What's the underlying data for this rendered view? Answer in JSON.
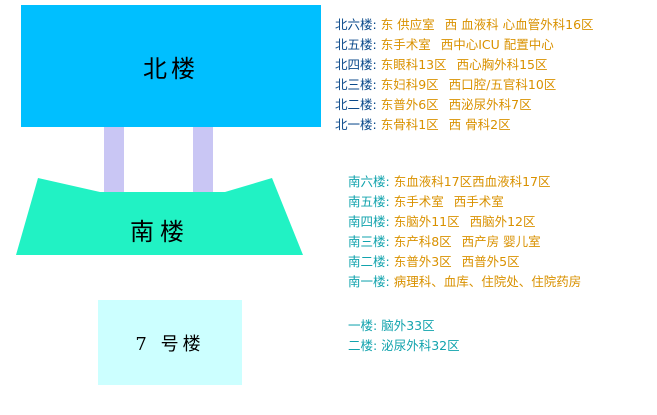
{
  "buildings": {
    "north": "北楼",
    "south": "南楼",
    "building7": "7 号楼"
  },
  "colors": {
    "north_block": "#00bfff",
    "bridge": "#c9c6f4",
    "south_block": "#21f2c4",
    "building7_block": "#ccffff",
    "north_floor_label": "#0b4a8b",
    "department_text": "#d99100",
    "south_floor_label": "#12a3ad"
  },
  "north_floors": [
    {
      "floor": "北六楼:",
      "east": "东  供应室",
      "west": "西  血液科  心血管外科16区"
    },
    {
      "floor": "北五楼:",
      "east": "东手术室",
      "west": "西中心ICU  配置中心"
    },
    {
      "floor": "北四楼:",
      "east": "东眼科13区",
      "west": "西心胸外科15区"
    },
    {
      "floor": "北三楼:",
      "east": "东妇科9区",
      "west": "西口腔/五官科10区"
    },
    {
      "floor": "北二楼:",
      "east": "东普外6区",
      "west": "西泌尿外科7区"
    },
    {
      "floor": "北一楼:",
      "east": "东骨科1区",
      "west": "西  骨科2区"
    }
  ],
  "south_floors": [
    {
      "floor": "南六楼:",
      "east": "东血液科17区",
      "west": "西血液科17区"
    },
    {
      "floor": "南五楼:",
      "east": "东手术室",
      "west": "西手术室"
    },
    {
      "floor": "南四楼:",
      "east": "东脑外11区",
      "west": "西脑外12区"
    },
    {
      "floor": "南三楼:",
      "east": "东产科8区",
      "west": "西产房  婴儿室"
    },
    {
      "floor": "南二楼:",
      "east": "东普外3区",
      "west": "西普外5区"
    },
    {
      "floor": "南一楼:",
      "east": "病理科、血库、住院处、住院药房",
      "west": ""
    }
  ],
  "building7_floors": [
    {
      "floor": "一楼:",
      "dept": "脑外33区"
    },
    {
      "floor": "二楼:",
      "dept": "泌尿外科32区"
    }
  ]
}
